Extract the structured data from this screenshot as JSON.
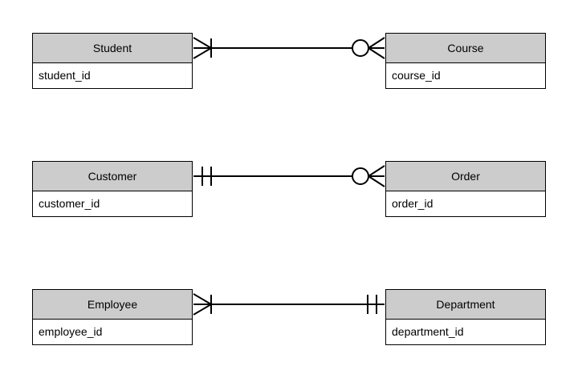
{
  "diagram": {
    "type": "er-diagram",
    "notation": "crows-foot",
    "background_color": "#ffffff",
    "line_color": "#000000",
    "header_fill": "#cccccc",
    "body_fill": "#ffffff",
    "relationships": [
      {
        "id": "student-course",
        "left_entity": {
          "name": "Student",
          "attributes": [
            "student_id"
          ],
          "cardinality": "one-or-many",
          "symbol": "crowsfoot-bar"
        },
        "right_entity": {
          "name": "Course",
          "attributes": [
            "course_id"
          ],
          "cardinality": "zero-or-many",
          "symbol": "circle-crowsfoot"
        }
      },
      {
        "id": "customer-order",
        "left_entity": {
          "name": "Customer",
          "attributes": [
            "customer_id"
          ],
          "cardinality": "exactly-one",
          "symbol": "double-bar"
        },
        "right_entity": {
          "name": "Order",
          "attributes": [
            "order_id"
          ],
          "cardinality": "zero-or-many",
          "symbol": "circle-crowsfoot"
        }
      },
      {
        "id": "employee-department",
        "left_entity": {
          "name": "Employee",
          "attributes": [
            "employee_id"
          ],
          "cardinality": "one-or-many",
          "symbol": "crowsfoot-bar"
        },
        "right_entity": {
          "name": "Department",
          "attributes": [
            "department_id"
          ],
          "cardinality": "exactly-one",
          "symbol": "double-bar"
        }
      }
    ]
  }
}
